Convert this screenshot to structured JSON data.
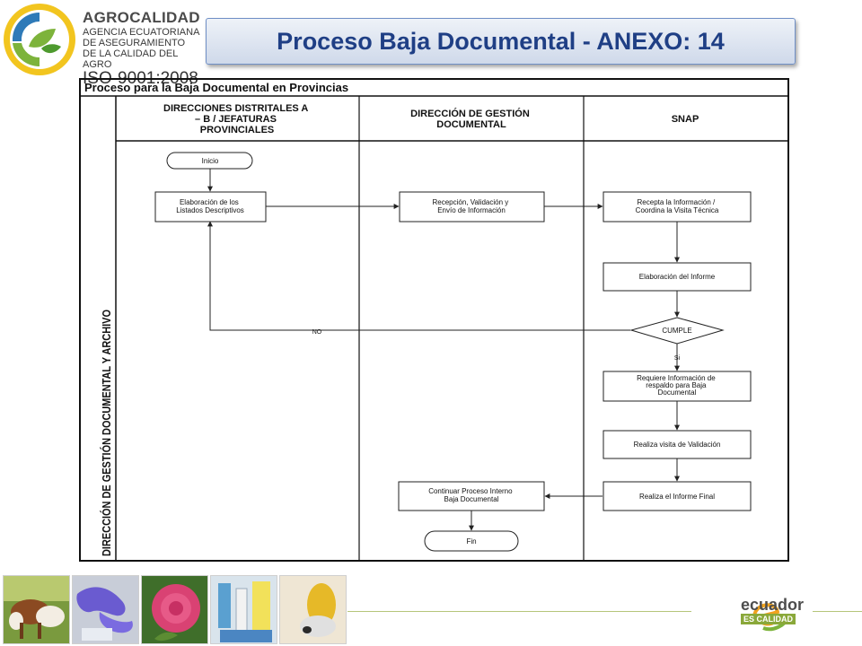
{
  "header": {
    "title": "Proceso Baja Documental - ANEXO: 14"
  },
  "logo": {
    "name": "AGROCALIDAD",
    "line1": "AGENCIA ECUATORIANA",
    "line2": "DE ASEGURAMIENTO",
    "line3": "DE LA CALIDAD DEL AGRO",
    "iso": "ISO-9001:2008"
  },
  "diagram": {
    "heading": "Proceso para la Baja Documental en Provincias",
    "pool_label": "DIRECCIÓN DE GESTIÓN DOCUMENTAL Y ARCHIVO",
    "lanes": {
      "lane1": [
        "DIRECCIONES DISTRITALES A",
        "– B / JEFATURAS",
        "PROVINCIALES"
      ],
      "lane2": [
        "DIRECCIÓN DE GESTIÓN",
        "DOCUMENTAL"
      ],
      "lane3": [
        "SNAP"
      ]
    },
    "nodes": {
      "start": "Inicio",
      "listados": [
        "Elaboración de los",
        "Listados Descriptivos"
      ],
      "recepcion": [
        "Recepción, Validación y",
        "Envío de Información"
      ],
      "recepta": [
        "Recepta la Información /",
        "Coordina la Visita Técnica"
      ],
      "informe": "Elaboración del Informe",
      "cumple": "CUMPLE",
      "requiere": [
        "Requiere Información de",
        "respaldo para Baja",
        "Documental"
      ],
      "visita": "Realiza visita de Validación",
      "informe_final": "Realiza el Informe Final",
      "continuar": [
        "Continuar Proceso Interno",
        "Baja Documental"
      ],
      "end": "Fin"
    },
    "labels": {
      "no": "NO",
      "si": "Si"
    }
  },
  "footer": {
    "photos": [
      "cattle-photo",
      "lab-gloves-photo",
      "rose-photo",
      "lab-vials-photo",
      "mango-photo"
    ],
    "brand": "ecuador",
    "brand_tag": "ES CALIDAD"
  },
  "colors": {
    "title_text": "#1f3f85",
    "title_border": "#6f8fc6",
    "logo_green": "#7db33b",
    "logo_yellow": "#f2c51f",
    "logo_blue": "#2e7ab8"
  }
}
